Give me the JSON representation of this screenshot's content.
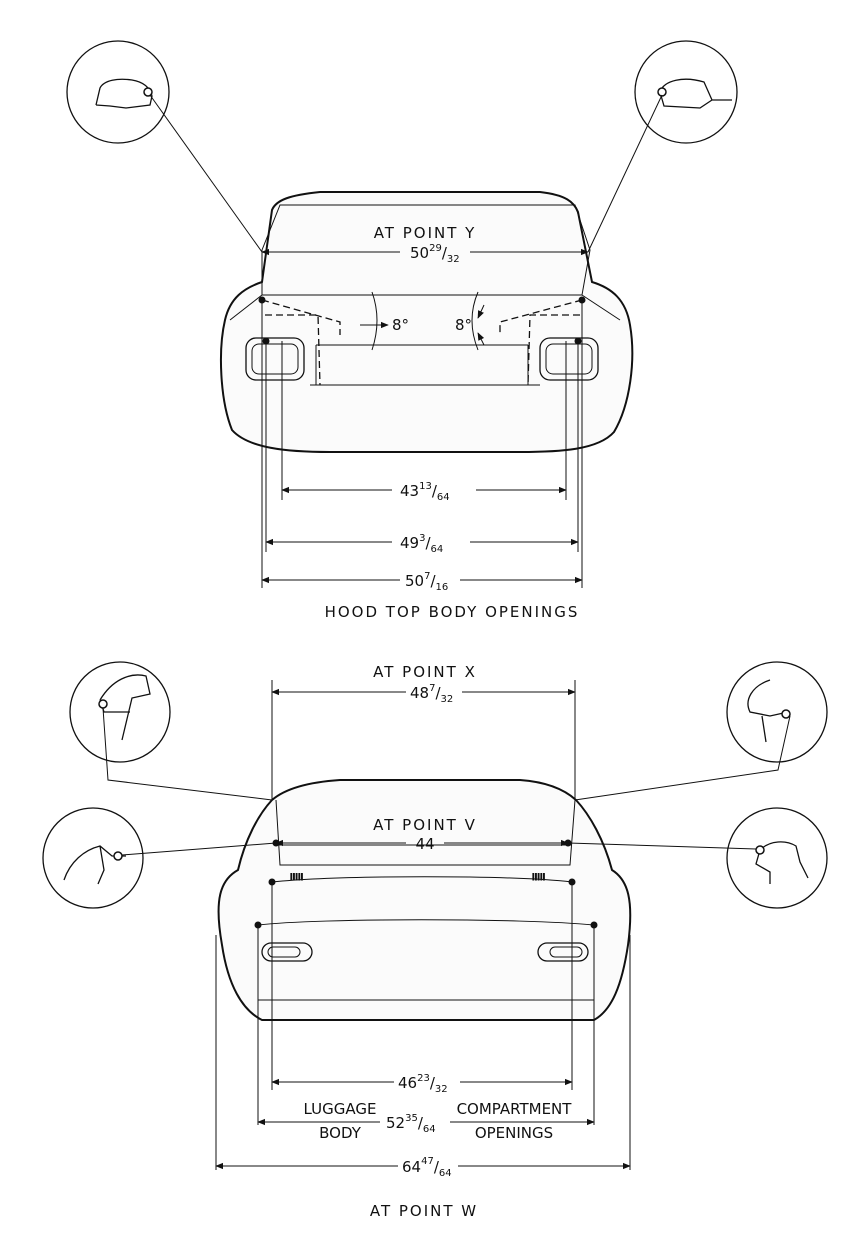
{
  "hood_top": {
    "point_label": "AT POINT Y",
    "width_at_point_y": {
      "whole": "50",
      "num": "29",
      "den": "32"
    },
    "angle_left": "8°",
    "angle_right": "8°",
    "dim_inner": {
      "whole": "43",
      "num": "13",
      "den": "64"
    },
    "dim_middle": {
      "whole": "49",
      "num": "3",
      "den": "64"
    },
    "dim_outer": {
      "whole": "50",
      "num": "7",
      "den": "16"
    },
    "caption": "HOOD TOP BODY OPENINGS"
  },
  "luggage": {
    "point_x_label": "AT POINT X",
    "width_at_point_x": {
      "whole": "48",
      "num": "7",
      "den": "32"
    },
    "point_v_label": "AT POINT V",
    "width_at_point_v": "44",
    "dim_bottom_inner": {
      "whole": "46",
      "num": "23",
      "den": "32"
    },
    "caption_left_top": "LUGGAGE",
    "caption_left_bottom": "BODY",
    "dim_body": {
      "whole": "52",
      "num": "35",
      "den": "64"
    },
    "caption_right_top": "COMPARTMENT",
    "caption_right_bottom": "OPENINGS",
    "dim_overall": {
      "whole": "64",
      "num": "47",
      "den": "64"
    },
    "point_w_label": "AT POINT W"
  }
}
